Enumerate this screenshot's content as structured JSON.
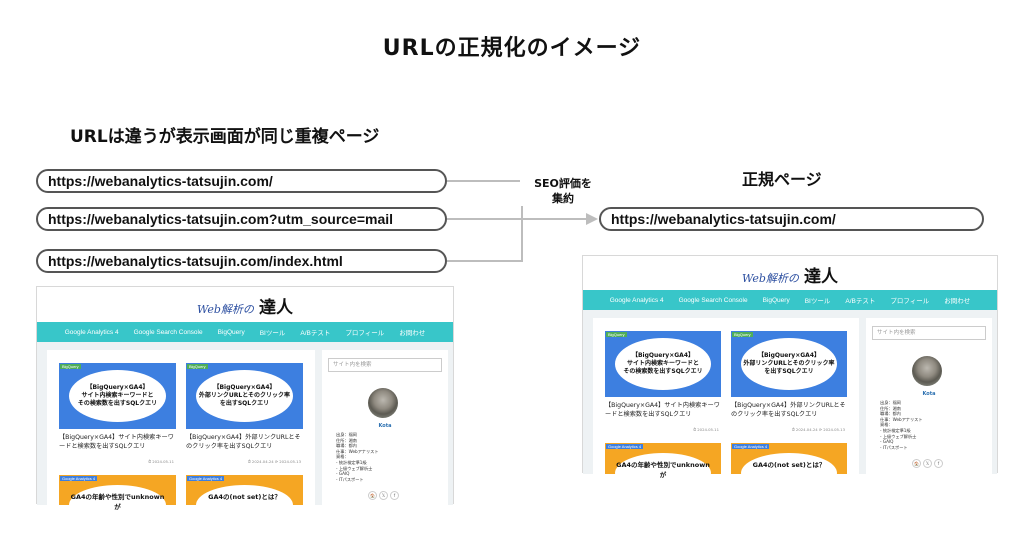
{
  "diagram": {
    "title": "URLの正規化のイメージ",
    "duplicate_heading": "URLは違うが表示画面が同じ重複ページ",
    "duplicate_urls": [
      "https://webanalytics-tatsujin.com/",
      "https://webanalytics-tatsujin.com?utm_source=mail",
      "https://webanalytics-tatsujin.com/index.html"
    ],
    "arrow_label_line1": "SEO評価を",
    "arrow_label_line2": "集約",
    "canonical_heading": "正規ページ",
    "canonical_url": "https://webanalytics-tatsujin.com/"
  },
  "site": {
    "logo_small": "Web解析の",
    "logo_big": "達人",
    "nav": [
      "Google Analytics 4",
      "Google Search Console",
      "BigQuery",
      "BIツール",
      "A/Bテスト",
      "プロフィール",
      "お問わせ"
    ],
    "posts": [
      {
        "tag": "BigQuery",
        "thumb_text": "【BigQuery×GA4】\nサイト内検索キーワードと\nその検索数を出すSQLクエリ",
        "title": "【BigQuery×GA4】サイト内検索キーワードと検索数を出すSQLクエリ",
        "date": "⏱ 2024.05.11",
        "color": "#3d7fe0"
      },
      {
        "tag": "BigQuery",
        "thumb_text": "【BigQuery×GA4】\n外部リンクURLとそのクリック率\nを出すSQLクエリ",
        "title": "【BigQuery×GA4】外部リンクURLとそのクリック率を出すSQLクエリ",
        "date": "⏱ 2024.04.24 ⟳ 2024.05.13",
        "color": "#3d7fe0"
      },
      {
        "tag": "Google Analytics 4",
        "thumb_text": "GA4の年齢や性別でunknownが",
        "title": "",
        "date": "",
        "color": "#f5a623"
      },
      {
        "tag": "Google Analytics 4",
        "thumb_text": "GA4の(not set)とは？",
        "title": "",
        "date": "",
        "color": "#f5a623"
      }
    ],
    "search_placeholder": "サイト内を検索",
    "profile_name": "Kota",
    "profile_lines": "出身：福岡\n住所：湘南\n職場：都内\n仕事：Webアナリスト\n資格：\n- 統計検定準1級\n- 上級ウェブ解析士\n- GAIQ\n- ITパスポート",
    "social_icons": [
      "🏠",
      "𝕏",
      "f"
    ]
  }
}
